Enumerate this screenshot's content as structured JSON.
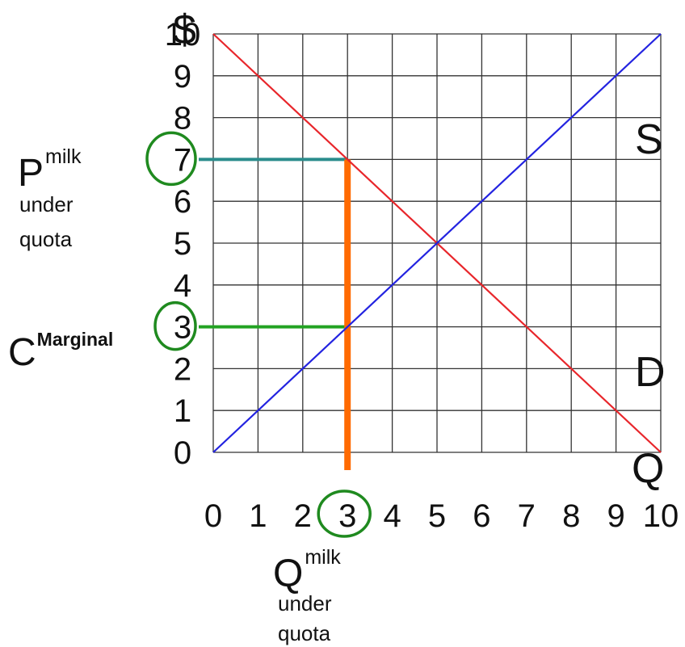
{
  "colors": {
    "grid": "#333333",
    "demand": "#e8262b",
    "supply": "#2323e0",
    "quantity_line": "#ff6a00",
    "price_line": "#2a8c8c",
    "cost_line": "#22a322",
    "circle": "#1f8a1f"
  },
  "chart_data": {
    "type": "line",
    "xlim": [
      0,
      10
    ],
    "ylim": [
      0,
      10
    ],
    "grid": true,
    "x_ticks": [
      "0",
      "1",
      "2",
      "3",
      "4",
      "5",
      "6",
      "7",
      "8",
      "9",
      "10"
    ],
    "y_ticks": [
      "0",
      "1",
      "2",
      "3",
      "4",
      "5",
      "6",
      "7",
      "8",
      "9",
      "10"
    ],
    "y_axis_label": "$",
    "x_axis_label": "Q",
    "series": [
      {
        "name": "D",
        "x": [
          0,
          10
        ],
        "y": [
          10,
          0
        ]
      },
      {
        "name": "S",
        "x": [
          0,
          10
        ],
        "y": [
          0,
          10
        ]
      }
    ],
    "quota": {
      "quantity": 3,
      "price": 7,
      "marginal_cost": 3
    },
    "labels": {
      "price": {
        "main": "P",
        "sup": "milk",
        "sub1": "under",
        "sub2": "quota"
      },
      "cost": {
        "main": "C",
        "sup": "Marginal"
      },
      "quantity": {
        "main": "Q",
        "sup": "milk",
        "sub1": "under",
        "sub2": "quota"
      }
    }
  }
}
